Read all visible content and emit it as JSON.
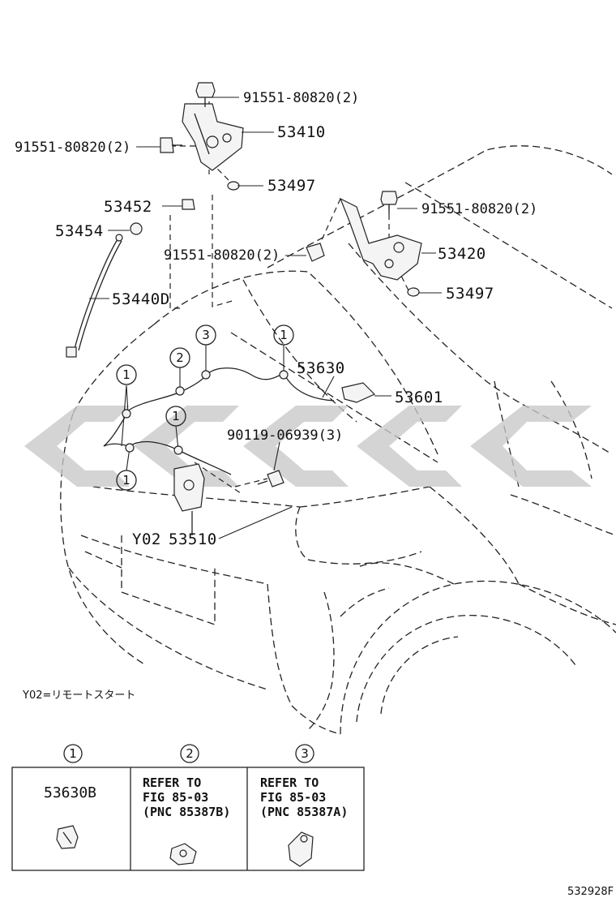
{
  "parts": {
    "bolt_top_hinge_right": "91551-80820(2)",
    "hinge_left": "53410",
    "bolt_left_side": "91551-80820(2)",
    "cushion_left": "53497",
    "part_53452": "53452",
    "part_53454": "53454",
    "bolt_center": "91551-80820(2)",
    "bolt_top_right_hinge": "91551-80820(2)",
    "hinge_right": "53420",
    "cushion_right": "53497",
    "support_rod": "53440D",
    "cable": "53630",
    "latch_release": "53601",
    "screw": "90119-06939(3)",
    "lock_prefix": "Y02",
    "lock": "53510"
  },
  "callouts": {
    "c1": "1",
    "c2": "2",
    "c3": "3"
  },
  "note": "Y02=リモートスタート",
  "legend": {
    "col1": {
      "num": "1",
      "part": "53630B"
    },
    "col2": {
      "num": "2",
      "line1": "REFER TO",
      "line2": "FIG 85-03",
      "line3": "(PNC 85387B)"
    },
    "col3": {
      "num": "3",
      "line1": "REFER TO",
      "line2": "FIG 85-03",
      "line3": "(PNC 85387A)"
    }
  },
  "figure_code": "532928F",
  "colors": {
    "ink": "#111111",
    "watermark": "#c8c8c8"
  }
}
